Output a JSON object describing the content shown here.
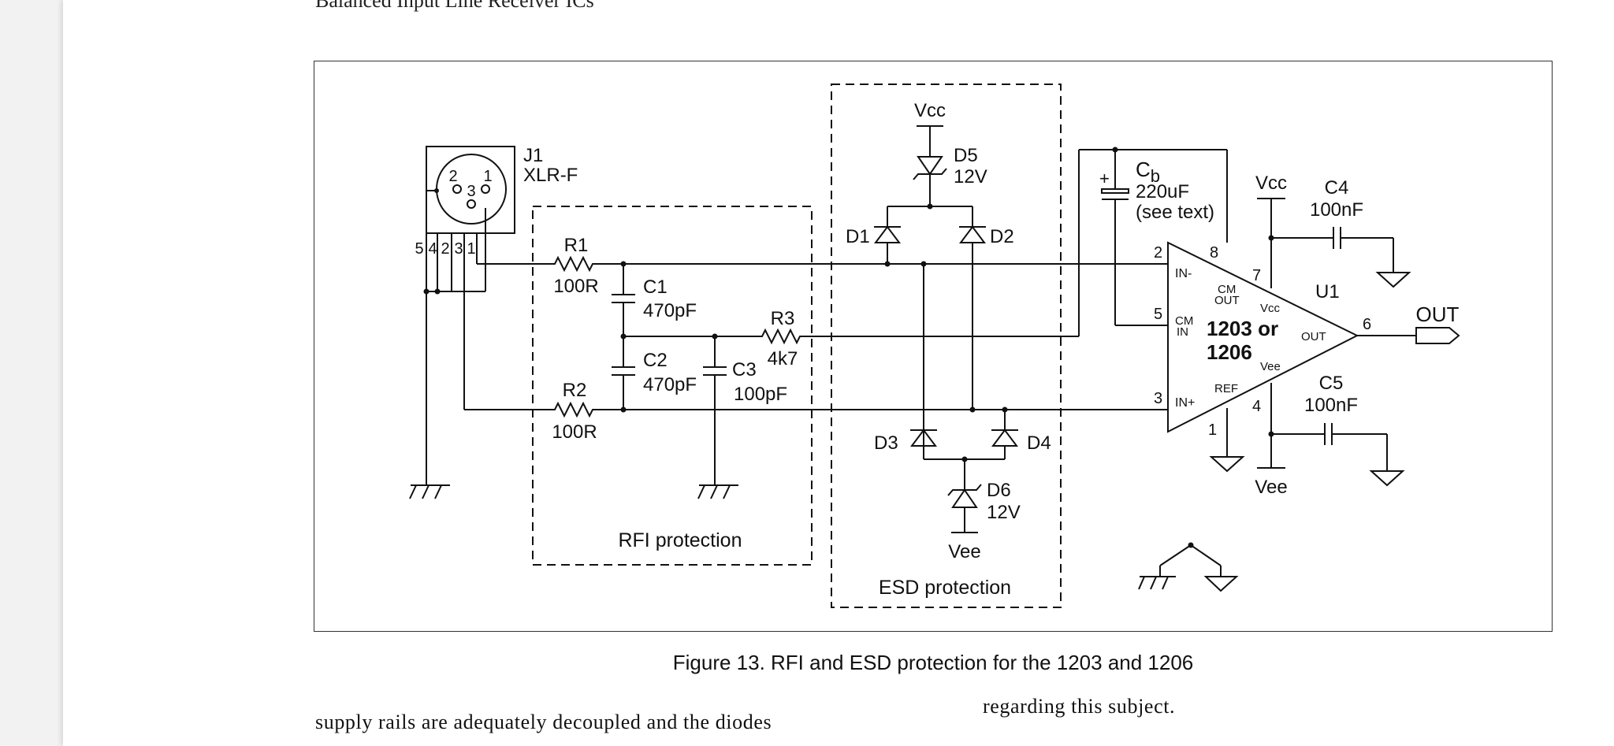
{
  "page": {
    "header_text": "Balanced Input Line Receiver ICs",
    "caption": "Figure 13. RFI and ESD protection for the 1203 and 1206",
    "body_left_line1": "supply rails are adequately decoupled and the diodes",
    "body_right_line1": "regarding this subject."
  },
  "diagram": {
    "connector": {
      "ref": "J1",
      "type": "XLR-F",
      "pin_labels": [
        "2",
        "3",
        "1"
      ],
      "terminal_labels": [
        "5",
        "4",
        "2",
        "3",
        "1"
      ]
    },
    "components": {
      "r1": {
        "ref": "R1",
        "value": "100R"
      },
      "r2": {
        "ref": "R2",
        "value": "100R"
      },
      "r3": {
        "ref": "R3",
        "value": "4k7"
      },
      "c1": {
        "ref": "C1",
        "value": "470pF"
      },
      "c2": {
        "ref": "C2",
        "value": "470pF"
      },
      "c3": {
        "ref": "C3",
        "value": "100pF"
      },
      "c4": {
        "ref": "C4",
        "value": "100nF"
      },
      "c5": {
        "ref": "C5",
        "value": "100nF"
      },
      "cb": {
        "ref": "C",
        "ref_sub": "b",
        "value": "220uF",
        "note": "(see text)"
      },
      "d1": {
        "ref": "D1"
      },
      "d2": {
        "ref": "D2"
      },
      "d3": {
        "ref": "D3"
      },
      "d4": {
        "ref": "D4"
      },
      "d5": {
        "ref": "D5",
        "value": "12V"
      },
      "d6": {
        "ref": "D6",
        "value": "12V"
      }
    },
    "rails": {
      "vcc": "Vcc",
      "vee": "Vee"
    },
    "ic": {
      "ref": "U1",
      "part_line1": "1203 or",
      "part_line2": "1206",
      "pin_in_minus": "IN-",
      "pin_in_plus": "IN+",
      "pin_cm_in_1": "CM",
      "pin_cm_in_2": "IN",
      "pin_cm_out_1": "CM",
      "pin_cm_out_2": "OUT",
      "pin_vcc": "Vcc",
      "pin_vee": "Vee",
      "pin_out": "OUT",
      "pin_ref": "REF",
      "pin_numbers": {
        "in_minus": "2",
        "cm_in": "5",
        "in_plus": "3",
        "cm_out": "8",
        "vcc": "7",
        "vee": "4",
        "ref": "1",
        "out": "6"
      }
    },
    "output_label": "OUT",
    "cb_polarity": "+",
    "blocks": {
      "rfi": "RFI protection",
      "esd": "ESD protection"
    }
  }
}
